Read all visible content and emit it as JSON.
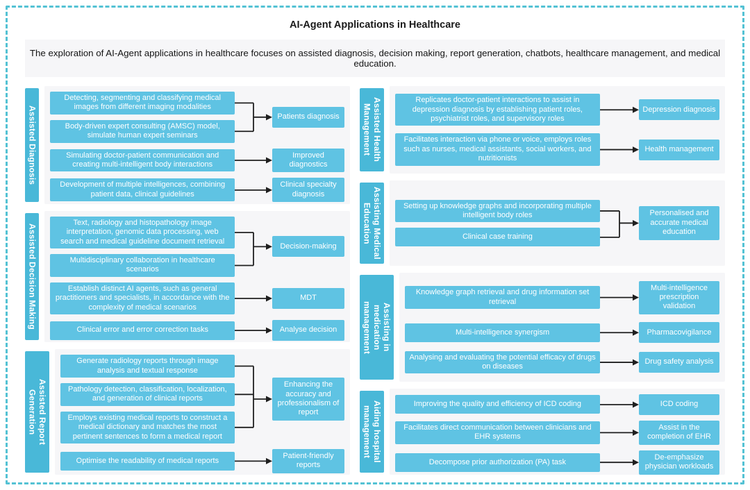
{
  "title": "AI-Agent Applications in Healthcare",
  "subtitle": "The exploration of AI-Agent applications in healthcare focuses on assisted diagnosis, decision making, report generation, chatbots, healthcare management, and medical education.",
  "colors": {
    "source_box": "#5fc3e3",
    "label_box": "#49b8d8",
    "panel": "#f6f6f8",
    "dashed_border": "#54c2d4",
    "arrow": "#1f1f1f",
    "text_on_blue": "#ffffff"
  },
  "left": [
    {
      "label": "Assisted Diagnosis",
      "groups": [
        {
          "sources": [
            "Detecting, segmenting and classifying medical images from different imaging modalities",
            "Body-driven expert consulting (AMSC) model, simulate human expert seminars"
          ],
          "target": "Patients diagnosis"
        },
        {
          "sources": [
            "Simulating doctor-patient communication and creating multi-intelligent body interactions"
          ],
          "target": "Improved diagnostics"
        },
        {
          "sources": [
            "Development of multiple intelligences, combining patient data, clinical guidelines"
          ],
          "target": "Clinical specialty diagnosis"
        }
      ]
    },
    {
      "label": "Assisted Decision Making",
      "groups": [
        {
          "sources": [
            "Text, radiology and histopathology image interpretation, genomic data processing, web search and medical guideline document retrieval",
            "Multidisciplinary collaboration in healthcare scenarios"
          ],
          "target": "Decision-making"
        },
        {
          "sources": [
            "Establish distinct AI agents, such as general practitioners and specialists, in accordance with the complexity of medical scenarios"
          ],
          "target": "MDT"
        },
        {
          "sources": [
            "Clinical error and error correction tasks"
          ],
          "target": "Analyse decision"
        }
      ]
    },
    {
      "label": "Assisted Report Generation",
      "groups": [
        {
          "sources": [
            "Generate radiology reports through image analysis and textual response",
            "Pathology detection, classification, localization, and generation of clinical reports",
            "Employs existing medical reports to construct a medical dictionary and matches the most pertinent sentences to form a medical report"
          ],
          "target": "Enhancing the accuracy and professionalism of report"
        },
        {
          "sources": [
            "Optimise the readability of medical reports"
          ],
          "target": "Patient-friendly reports"
        }
      ]
    }
  ],
  "right": [
    {
      "label": "Assisted Health Management",
      "groups": [
        {
          "sources": [
            "Replicates doctor-patient interactions to assist in depression diagnosis by establishing patient roles, psychiatrist roles, and supervisory roles"
          ],
          "target": "Depression diagnosis"
        },
        {
          "sources": [
            "Facilitates interaction via phone or voice, employs roles such as nurses, medical assistants, social workers, and nutritionists"
          ],
          "target": "Health management"
        }
      ]
    },
    {
      "label": "Assisting Medical Education",
      "groups": [
        {
          "sources": [
            "Setting up knowledge graphs and incorporating multiple intelligent body roles",
            "Clinical case training"
          ],
          "target": "Personalised and accurate medical education"
        }
      ]
    },
    {
      "label": "Assisting in medication management",
      "groups": [
        {
          "sources": [
            "Knowledge graph retrieval and drug information set retrieval"
          ],
          "target": "Multi-intelligence prescription validation"
        },
        {
          "sources": [
            "Multi-intelligence synergism"
          ],
          "target": "Pharmacovigilance"
        },
        {
          "sources": [
            "Analysing and evaluating the potential efficacy of drugs on diseases"
          ],
          "target": "Drug safety analysis"
        }
      ]
    },
    {
      "label": "Aiding hospital management",
      "groups": [
        {
          "sources": [
            "Improving the quality and efficiency of ICD coding"
          ],
          "target": "ICD coding"
        },
        {
          "sources": [
            "Facilitates direct communication between clinicians and EHR systems"
          ],
          "target": "Assist in the completion of EHR"
        },
        {
          "sources": [
            "Decompose prior authorization (PA) task"
          ],
          "target": "De-emphasize physician workloads"
        }
      ]
    }
  ]
}
